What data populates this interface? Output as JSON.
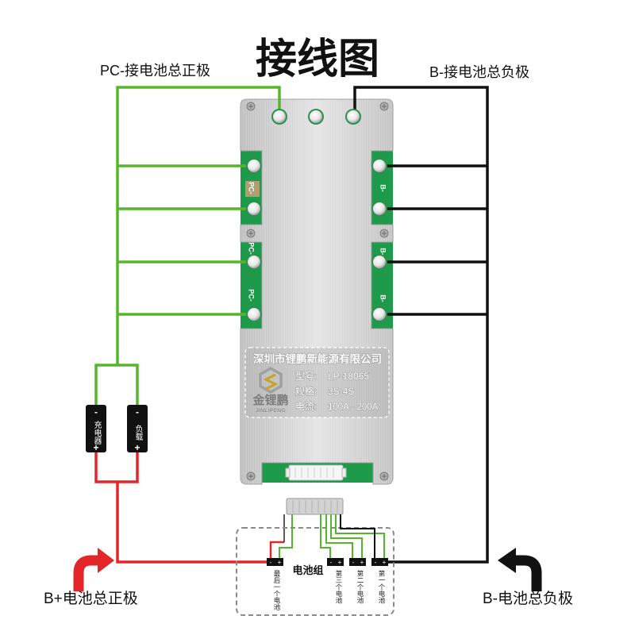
{
  "title": "接线图",
  "labels": {
    "pc_to_total_positive": "PC-接电池总正极",
    "b_to_total_negative": "B-接电池总负极",
    "b_plus_total_positive": "B+电池总正极",
    "b_minus_total_negative": "B-电池总负极"
  },
  "board": {
    "company": "深圳市锂鹏新能源有限公司",
    "model_label": "型号:",
    "model": "LP-18065",
    "spec_label": "规格:",
    "spec": "3S-4S",
    "current_label": "电流:",
    "current": "100A - 200A",
    "brand": "金锂鹏",
    "brand_en": "JINLIPENG",
    "pc_mark": "PC-",
    "b_mark": "B-"
  },
  "charger": {
    "label": "充电器",
    "minus": "-",
    "plus": "+"
  },
  "load": {
    "label": "负载",
    "minus": "-",
    "plus": "+"
  },
  "battery": {
    "title": "电池组",
    "minus": "-",
    "plus": "+",
    "cells": [
      "最后一个电池",
      "第三个电池",
      "第二个电池",
      "第一个电池"
    ]
  },
  "colors": {
    "positive_wire": "#e3262a",
    "pc_wire": "#56b62b",
    "negative_wire": "#111111",
    "pcb": "#1d9a4a"
  }
}
